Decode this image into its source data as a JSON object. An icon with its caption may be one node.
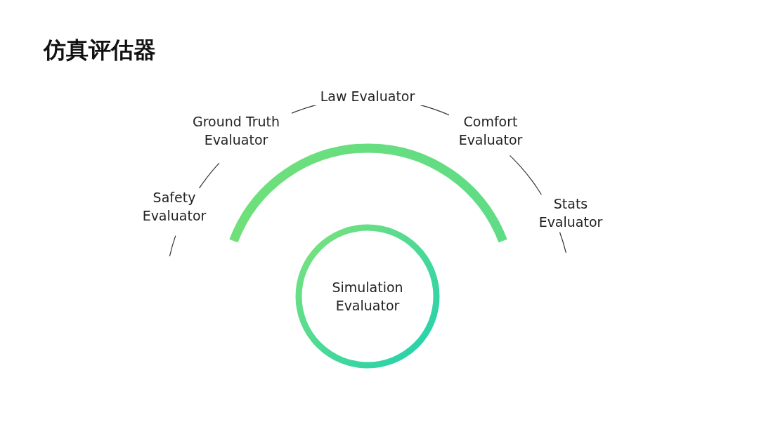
{
  "diagram": {
    "title": "仿真评估器",
    "nodes": [
      {
        "text": [
          "Simulation Evaluator"
        ]
      },
      {
        "text": [
          "Safety Evaluator"
        ]
      },
      {
        "text": [
          "Ground Truth Evaluator"
        ]
      },
      {
        "text": [
          "Law Evaluator"
        ]
      },
      {
        "text": [
          "Comfort Evaluator"
        ]
      },
      {
        "text": [
          "Stats Evaluator"
        ]
      }
    ],
    "edges": [
      {
        "from": 1,
        "to": 2,
        "arrow": "none"
      },
      {
        "from": 2,
        "to": 3,
        "arrow": "none"
      },
      {
        "from": 3,
        "to": 4,
        "arrow": "none"
      },
      {
        "from": 4,
        "to": 5,
        "arrow": "none"
      }
    ]
  }
}
